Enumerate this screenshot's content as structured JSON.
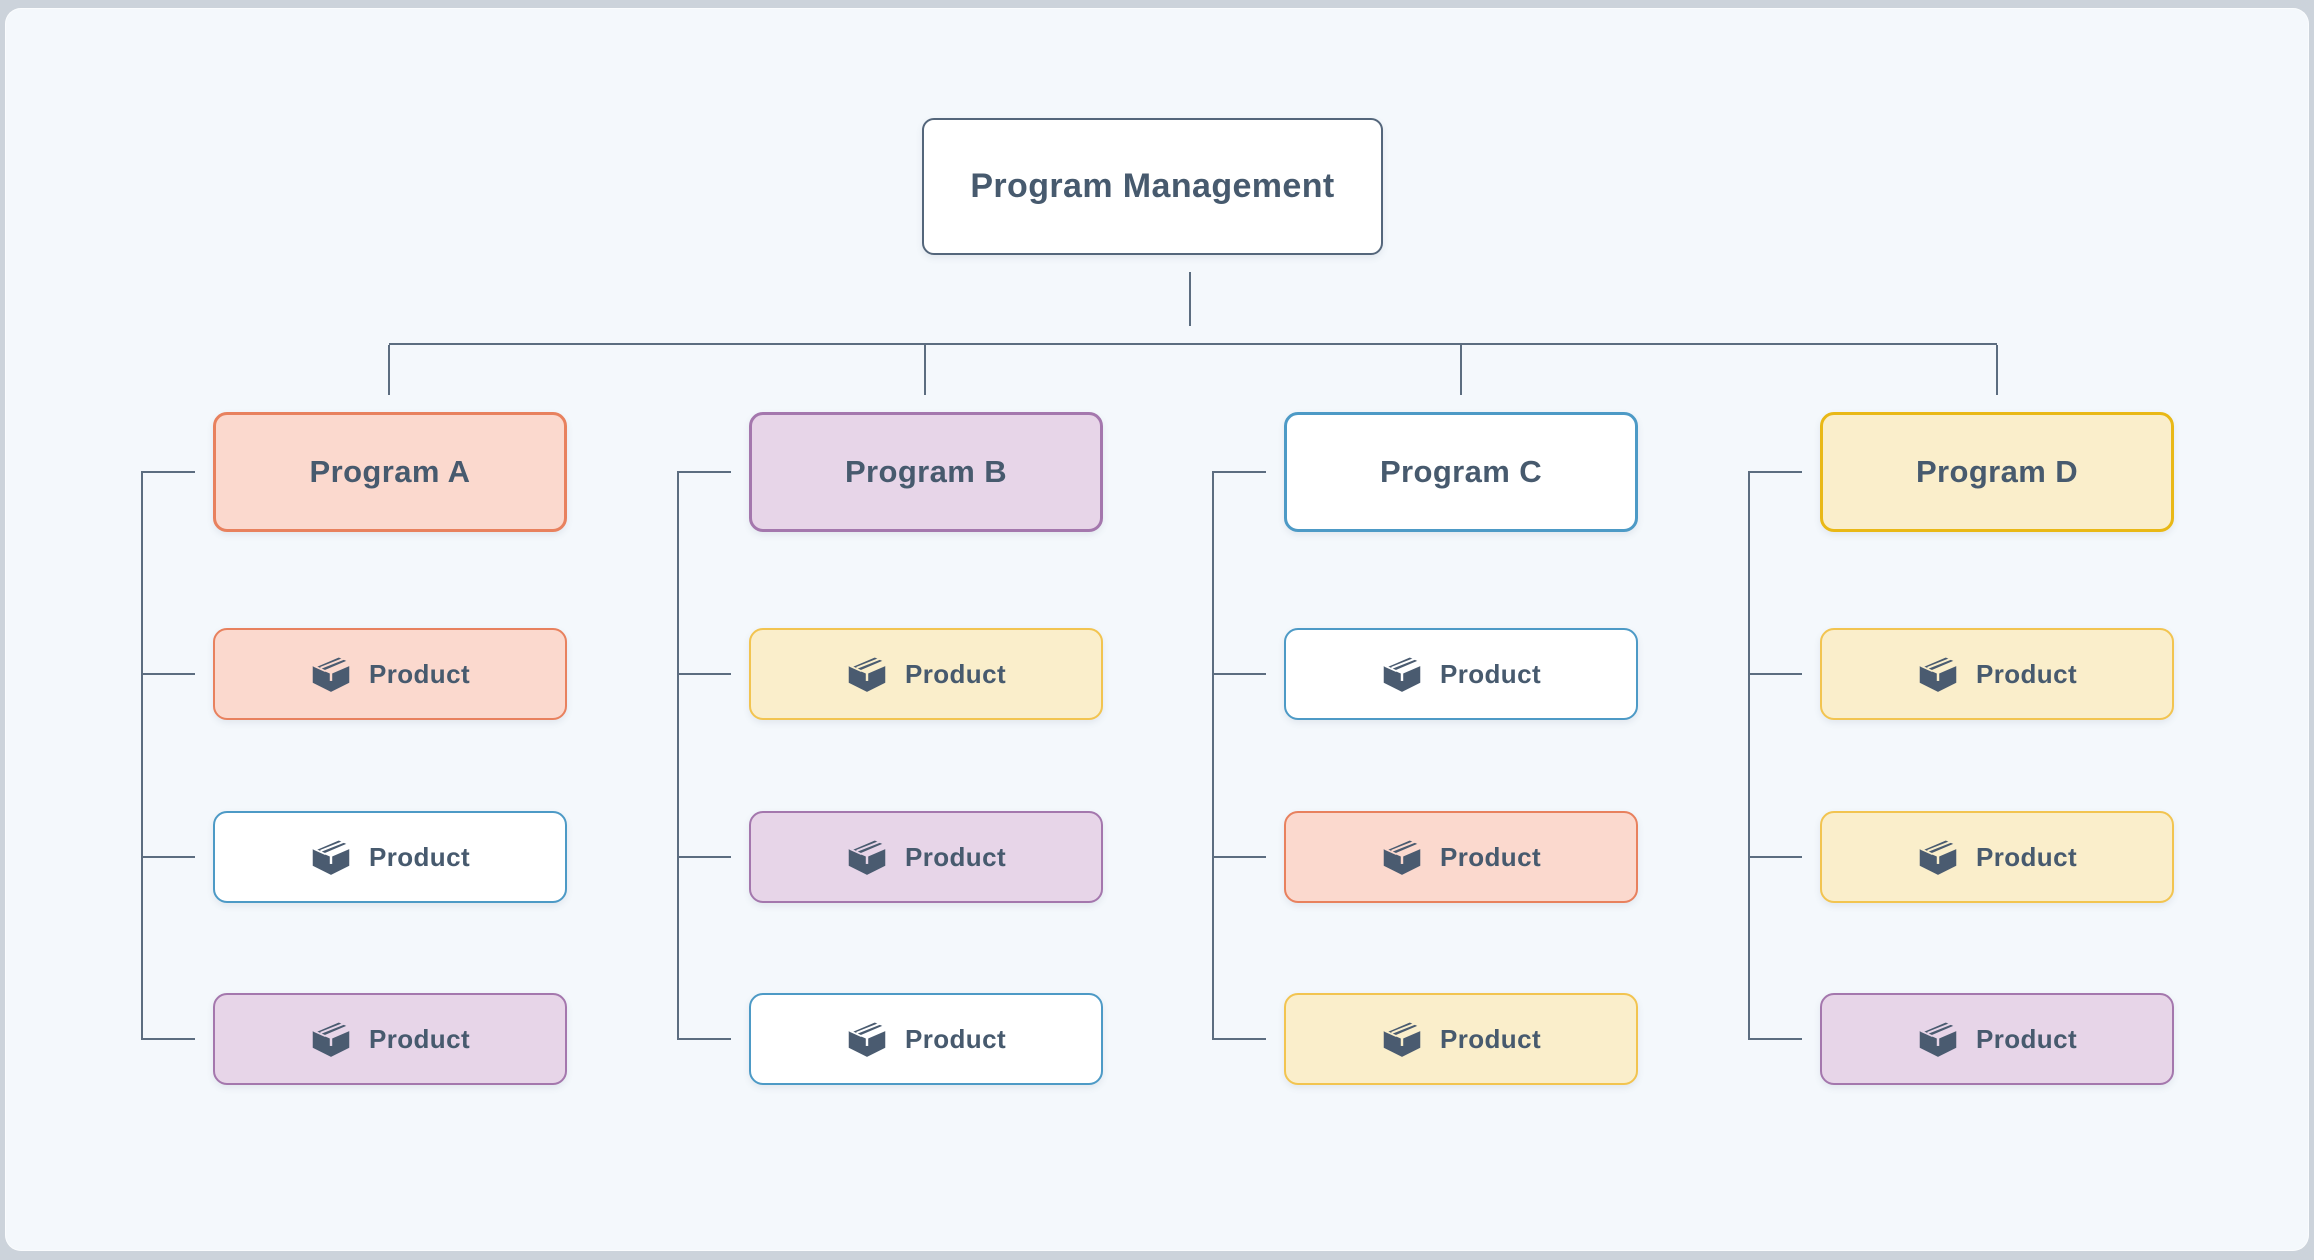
{
  "page": {
    "background": "#ccd3db",
    "panel_background": "#f4f8fc"
  },
  "palette": {
    "line": "#5c6d80",
    "text": "#475a6e",
    "icon": "#4a5b70",
    "top_border": "#54667b",
    "salmon_fill": "#fbd9ce",
    "salmon_border": "#e8815e",
    "purple_fill": "#e7d5e8",
    "purple_border": "#a477ad",
    "blue_fill": "#ffffff",
    "blue_border": "#4d9ac6",
    "yellow_fill": "#faeecb",
    "yellow_border": "#f2c450",
    "yellow_border_strong": "#e9b816"
  },
  "diagram": {
    "root": {
      "label": "Program Management",
      "variant": "outline"
    },
    "columns": [
      {
        "program": {
          "label": "Program A",
          "variant": "salmon"
        },
        "products": [
          {
            "label": "Product",
            "variant": "salmon",
            "icon": "package-icon"
          },
          {
            "label": "Product",
            "variant": "blue",
            "icon": "package-icon"
          },
          {
            "label": "Product",
            "variant": "purple",
            "icon": "package-icon"
          }
        ]
      },
      {
        "program": {
          "label": "Program B",
          "variant": "purple"
        },
        "products": [
          {
            "label": "Product",
            "variant": "yellow",
            "icon": "package-icon"
          },
          {
            "label": "Product",
            "variant": "purple",
            "icon": "package-icon"
          },
          {
            "label": "Product",
            "variant": "blue",
            "icon": "package-icon"
          }
        ]
      },
      {
        "program": {
          "label": "Program C",
          "variant": "blue"
        },
        "products": [
          {
            "label": "Product",
            "variant": "blue",
            "icon": "package-icon"
          },
          {
            "label": "Product",
            "variant": "salmon",
            "icon": "package-icon"
          },
          {
            "label": "Product",
            "variant": "yellow",
            "icon": "package-icon"
          }
        ]
      },
      {
        "program": {
          "label": "Program D",
          "variant": "yellow"
        },
        "products": [
          {
            "label": "Product",
            "variant": "yellow",
            "icon": "package-icon"
          },
          {
            "label": "Product",
            "variant": "yellow",
            "icon": "package-icon"
          },
          {
            "label": "Product",
            "variant": "purple",
            "icon": "package-icon"
          }
        ]
      }
    ]
  }
}
